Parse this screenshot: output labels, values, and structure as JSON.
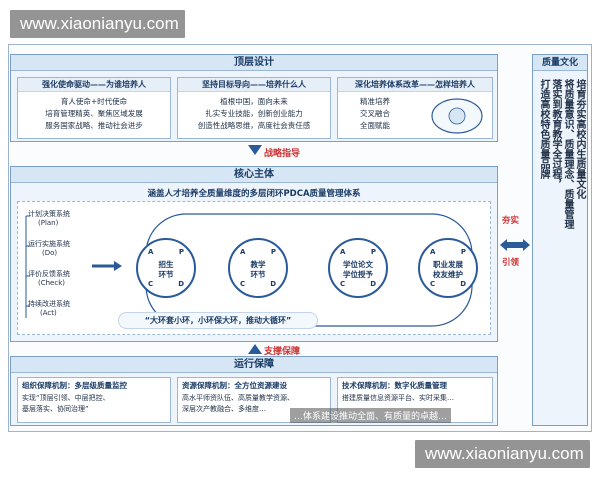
{
  "watermark_top": "www.xiaonianyu.com",
  "watermark_bottom": "www.xiaonianyu.com",
  "top": {
    "title": "顶层设计",
    "cards": [
      {
        "header": "强化使命驱动——为谁培养人",
        "lines": [
          "育人使命+时代使命",
          "培育管理精英、聚焦区域发展",
          "服务国家战略、推动社会进步"
        ]
      },
      {
        "header": "坚持目标导向——培养什么人",
        "lines": [
          "植根中国，面向未来",
          "扎实专业技能，创新创业能力",
          "创造性战略思维，高度社会责任感"
        ]
      },
      {
        "header": "深化培养体系改革——怎样培养人",
        "lines": [
          "精准培养",
          "交叉融合",
          "全面赋能"
        ]
      }
    ]
  },
  "arrow1": "战略指导",
  "core": {
    "title": "核心主体",
    "pdca_title": "涵盖人才培养全质量维度的多层闭环PDCA质量管理体系",
    "steps": [
      "计划决策系统",
      "(Plan)",
      "运行实施系统",
      "(Do)",
      "评价反馈系统",
      "(Check)",
      "持续改进系统",
      "(Act)"
    ],
    "cycles": [
      {
        "label1": "招生",
        "label2": "环节"
      },
      {
        "label1": "教学",
        "label2": "环节"
      },
      {
        "label1": "学位论文",
        "label2": "学位授予"
      },
      {
        "label1": "职业发展",
        "label2": "校友维护"
      }
    ],
    "quadrants": {
      "a": "A",
      "p": "P",
      "c": "C",
      "d": "D"
    },
    "slogan": "“大环套小环，小环保大环，推动大循环”"
  },
  "side": {
    "top": "夯实",
    "bottom": "引领"
  },
  "arrow2": "支撑保障",
  "support": {
    "title": "运行保障",
    "cards": [
      {
        "header": "组织保障机制：多层级质量监控",
        "lines": [
          "实现“顶层引领、中层把控、",
          "基层落实、协同治理”"
        ]
      },
      {
        "header": "资源保障机制：全方位资源建设",
        "lines": [
          "高水平师资队伍、高质量教学资源、",
          "深层次产教融合、多维度…"
        ]
      },
      {
        "header": "技术保障机制：数字化质量管理",
        "lines": [
          "搭建质量信息资源平台、实时采集…",
          ""
        ]
      }
    ]
  },
  "overlay_text": "…体系建设推动全面、有质量的卓越…",
  "right": {
    "title": "质量文化",
    "columns": [
      "培育夯实高校内生质量文化",
      "将质量意识、质量理念、质量管理",
      "落实到教育教学全过程，",
      "打造高校特色质量品牌"
    ]
  }
}
